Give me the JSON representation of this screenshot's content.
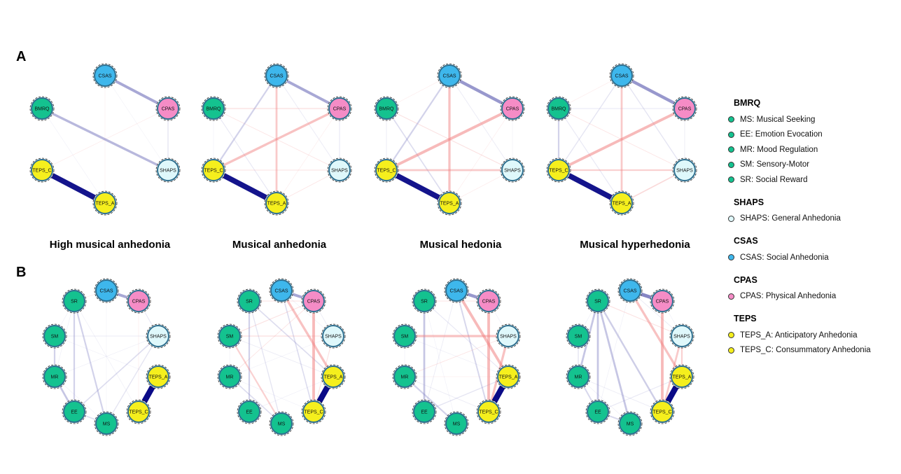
{
  "panels": [
    {
      "letter": "A",
      "node_set": "A"
    },
    {
      "letter": "B",
      "node_set": "B"
    }
  ],
  "groups": [
    "High musical anhedonia",
    "Musical anhedonia",
    "Musical hedonia",
    "Musical hyperhedonia"
  ],
  "colors": {
    "BMRQ": "#14c28f",
    "SHAPS": "#dff8fb",
    "CSAS": "#3eb7ec",
    "CPAS": "#f58cc6",
    "TEPS": "#f5ef1d",
    "positive_edge": "#1a1a8c",
    "negative_edge": "#f08080"
  },
  "nodes_A": [
    {
      "id": "CSAS",
      "group": "CSAS"
    },
    {
      "id": "CPAS",
      "group": "CPAS"
    },
    {
      "id": "SHAPS",
      "group": "SHAPS"
    },
    {
      "id": "TEPS_A",
      "group": "TEPS"
    },
    {
      "id": "TEPS_C",
      "group": "TEPS"
    },
    {
      "id": "BMRQ",
      "group": "BMRQ"
    }
  ],
  "nodes_B": [
    {
      "id": "CSAS",
      "group": "CSAS"
    },
    {
      "id": "CPAS",
      "group": "CPAS"
    },
    {
      "id": "SHAPS",
      "group": "SHAPS"
    },
    {
      "id": "TEPS_A",
      "group": "TEPS"
    },
    {
      "id": "TEPS_C",
      "group": "TEPS"
    },
    {
      "id": "MS",
      "group": "BMRQ"
    },
    {
      "id": "EE",
      "group": "BMRQ"
    },
    {
      "id": "MR",
      "group": "BMRQ"
    },
    {
      "id": "SM",
      "group": "BMRQ"
    },
    {
      "id": "SR",
      "group": "BMRQ"
    }
  ],
  "networks_A": [
    {
      "edges": [
        [
          "CSAS",
          "CPAS",
          0.35
        ],
        [
          "BMRQ",
          "SHAPS",
          0.3
        ],
        [
          "TEPS_C",
          "TEPS_A",
          0.7
        ],
        [
          "CPAS",
          "SHAPS",
          0.12
        ],
        [
          "CPAS",
          "TEPS_C",
          -0.05
        ],
        [
          "BMRQ",
          "TEPS_A",
          0.05
        ],
        [
          "CSAS",
          "SHAPS",
          0.04
        ],
        [
          "CSAS",
          "TEPS_A",
          -0.02
        ]
      ]
    },
    {
      "edges": [
        [
          "CSAS",
          "CPAS",
          0.35
        ],
        [
          "TEPS_C",
          "TEPS_A",
          0.7
        ],
        [
          "CSAS",
          "TEPS_C",
          0.2
        ],
        [
          "CPAS",
          "TEPS_C",
          -0.3
        ],
        [
          "CSAS",
          "TEPS_A",
          -0.25
        ],
        [
          "BMRQ",
          "CPAS",
          -0.12
        ],
        [
          "BMRQ",
          "SHAPS",
          -0.08
        ],
        [
          "BMRQ",
          "TEPS_A",
          0.1
        ],
        [
          "CSAS",
          "SHAPS",
          0.08
        ],
        [
          "CPAS",
          "SHAPS",
          0.1
        ],
        [
          "TEPS_C",
          "SHAPS",
          -0.1
        ],
        [
          "SHAPS",
          "TEPS_A",
          -0.08
        ],
        [
          "BMRQ",
          "TEPS_C",
          0.05
        ],
        [
          "CPAS",
          "TEPS_A",
          -0.04
        ]
      ]
    },
    {
      "edges": [
        [
          "CSAS",
          "CPAS",
          0.4
        ],
        [
          "TEPS_C",
          "TEPS_A",
          0.7
        ],
        [
          "CSAS",
          "TEPS_C",
          0.2
        ],
        [
          "CPAS",
          "TEPS_C",
          -0.35
        ],
        [
          "CSAS",
          "TEPS_A",
          -0.3
        ],
        [
          "TEPS_C",
          "SHAPS",
          -0.25
        ],
        [
          "BMRQ",
          "TEPS_A",
          0.15
        ],
        [
          "BMRQ",
          "SHAPS",
          -0.1
        ],
        [
          "CSAS",
          "SHAPS",
          0.08
        ],
        [
          "CPAS",
          "SHAPS",
          0.06
        ],
        [
          "BMRQ",
          "TEPS_C",
          0.08
        ],
        [
          "BMRQ",
          "CSAS",
          -0.04
        ],
        [
          "SHAPS",
          "TEPS_A",
          -0.06
        ],
        [
          "CPAS",
          "TEPS_A",
          -0.04
        ]
      ]
    },
    {
      "edges": [
        [
          "CSAS",
          "CPAS",
          0.4
        ],
        [
          "TEPS_C",
          "TEPS_A",
          0.7
        ],
        [
          "CSAS",
          "TEPS_C",
          0.12
        ],
        [
          "CPAS",
          "TEPS_C",
          -0.35
        ],
        [
          "CSAS",
          "TEPS_A",
          -0.25
        ],
        [
          "TEPS_C",
          "SHAPS",
          -0.2
        ],
        [
          "BMRQ",
          "TEPS_C",
          0.2
        ],
        [
          "BMRQ",
          "CPAS",
          0.1
        ],
        [
          "BMRQ",
          "TEPS_A",
          0.1
        ],
        [
          "BMRQ",
          "SHAPS",
          -0.08
        ],
        [
          "CSAS",
          "SHAPS",
          0.12
        ],
        [
          "CPAS",
          "SHAPS",
          0.08
        ],
        [
          "SHAPS",
          "TEPS_A",
          -0.15
        ],
        [
          "BMRQ",
          "CSAS",
          -0.05
        ]
      ]
    }
  ],
  "networks_B": [
    {
      "edges": [
        [
          "CSAS",
          "CPAS",
          0.35
        ],
        [
          "TEPS_A",
          "TEPS_C",
          0.75
        ],
        [
          "MR",
          "EE",
          0.25
        ],
        [
          "SM",
          "MR",
          0.2
        ],
        [
          "SR",
          "EE",
          0.2
        ],
        [
          "SR",
          "MS",
          0.2
        ],
        [
          "EE",
          "MS",
          0.15
        ],
        [
          "EE",
          "SHAPS",
          0.15
        ],
        [
          "MS",
          "SHAPS",
          0.12
        ],
        [
          "CPAS",
          "SHAPS",
          0.1
        ],
        [
          "SR",
          "CSAS",
          -0.06
        ],
        [
          "CPAS",
          "TEPS_C",
          -0.05
        ],
        [
          "SM",
          "SHAPS",
          0.08
        ],
        [
          "MR",
          "SHAPS",
          0.06
        ],
        [
          "SR",
          "TEPS_C",
          0.06
        ],
        [
          "SR",
          "SM",
          0.06
        ],
        [
          "SR",
          "MR",
          0.06
        ],
        [
          "MR",
          "MS",
          0.05
        ],
        [
          "CSAS",
          "MS",
          0.04
        ],
        [
          "SM",
          "TEPS_A",
          0.05
        ]
      ]
    },
    {
      "edges": [
        [
          "CSAS",
          "CPAS",
          0.35
        ],
        [
          "TEPS_A",
          "TEPS_C",
          0.75
        ],
        [
          "CPAS",
          "TEPS_C",
          -0.35
        ],
        [
          "CSAS",
          "TEPS_A",
          -0.3
        ],
        [
          "CSAS",
          "TEPS_C",
          0.15
        ],
        [
          "SR",
          "EE",
          0.2
        ],
        [
          "SR",
          "MS",
          0.12
        ],
        [
          "SR",
          "TEPS_A",
          0.15
        ],
        [
          "MR",
          "MS",
          0.15
        ],
        [
          "SM",
          "MS",
          -0.2
        ],
        [
          "SR",
          "CPAS",
          -0.1
        ],
        [
          "SM",
          "SHAPS",
          -0.12
        ],
        [
          "SM",
          "CPAS",
          -0.1
        ],
        [
          "MR",
          "CPAS",
          -0.08
        ],
        [
          "SM",
          "TEPS_A",
          0.08
        ],
        [
          "MR",
          "TEPS_C",
          0.05
        ],
        [
          "EE",
          "TEPS_A",
          0.06
        ],
        [
          "SHAPS",
          "TEPS_C",
          -0.1
        ],
        [
          "CPAS",
          "SHAPS",
          0.08
        ],
        [
          "SM",
          "MR",
          0.06
        ],
        [
          "MR",
          "SHAPS",
          0.05
        ],
        [
          "CSAS",
          "SHAPS",
          0.05
        ]
      ]
    },
    {
      "edges": [
        [
          "CSAS",
          "CPAS",
          0.4
        ],
        [
          "TEPS_A",
          "TEPS_C",
          0.75
        ],
        [
          "CPAS",
          "TEPS_C",
          -0.35
        ],
        [
          "CSAS",
          "TEPS_C",
          0.18
        ],
        [
          "CSAS",
          "TEPS_A",
          -0.35
        ],
        [
          "SHAPS",
          "TEPS_C",
          -0.3
        ],
        [
          "SM",
          "SHAPS",
          -0.3
        ],
        [
          "SR",
          "EE",
          0.25
        ],
        [
          "MR",
          "MS",
          0.2
        ],
        [
          "EE",
          "TEPS_A",
          0.12
        ],
        [
          "SR",
          "TEPS_A",
          0.1
        ],
        [
          "SR",
          "CPAS",
          -0.08
        ],
        [
          "MR",
          "TEPS_C",
          0.08
        ],
        [
          "CSAS",
          "EE",
          0.08
        ],
        [
          "MR",
          "SHAPS",
          -0.08
        ],
        [
          "SM",
          "TEPS_A",
          0.06
        ],
        [
          "SR",
          "MS",
          0.05
        ],
        [
          "CPAS",
          "SHAPS",
          0.06
        ],
        [
          "SM",
          "MR",
          0.05
        ],
        [
          "MR",
          "TEPS_A",
          -0.05
        ]
      ]
    },
    {
      "edges": [
        [
          "CSAS",
          "CPAS",
          0.45
        ],
        [
          "TEPS_A",
          "TEPS_C",
          0.75
        ],
        [
          "CPAS",
          "TEPS_C",
          -0.35
        ],
        [
          "CSAS",
          "TEPS_A",
          -0.3
        ],
        [
          "SHAPS",
          "TEPS_C",
          -0.25
        ],
        [
          "SHAPS",
          "TEPS_A",
          -0.2
        ],
        [
          "SR",
          "EE",
          0.25
        ],
        [
          "SR",
          "MR",
          0.25
        ],
        [
          "SR",
          "MS",
          0.25
        ],
        [
          "SR",
          "TEPS_C",
          0.22
        ],
        [
          "MR",
          "EE",
          0.18
        ],
        [
          "EE",
          "MS",
          0.18
        ],
        [
          "SM",
          "MR",
          0.12
        ],
        [
          "SR",
          "SHAPS",
          -0.1
        ],
        [
          "EE",
          "TEPS_A",
          0.1
        ],
        [
          "CSAS",
          "EE",
          0.06
        ],
        [
          "MR",
          "TEPS_C",
          0.08
        ],
        [
          "SR",
          "SM",
          0.06
        ],
        [
          "CSAS",
          "SHAPS",
          0.08
        ],
        [
          "CPAS",
          "SHAPS",
          0.06
        ],
        [
          "MR",
          "MS",
          0.06
        ]
      ]
    }
  ],
  "legend": [
    {
      "heading": "BMRQ",
      "group": "BMRQ",
      "items": [
        "MS: Musical Seeking",
        "EE: Emotion Evocation",
        "MR: Mood Regulation",
        "SM: Sensory-Motor",
        "SR: Social Reward"
      ]
    },
    {
      "heading": "SHAPS",
      "group": "SHAPS",
      "items": [
        "SHAPS: General Anhedonia"
      ]
    },
    {
      "heading": "CSAS",
      "group": "CSAS",
      "items": [
        "CSAS: Social Anhedonia"
      ]
    },
    {
      "heading": "CPAS",
      "group": "CPAS",
      "items": [
        "CPAS: Physical Anhedonia"
      ]
    },
    {
      "heading": "TEPS",
      "group": "TEPS",
      "items": [
        "TEPS_A: Anticipatory Anhedonia",
        "TEPS_C: Consummatory Anhedonia"
      ]
    }
  ]
}
